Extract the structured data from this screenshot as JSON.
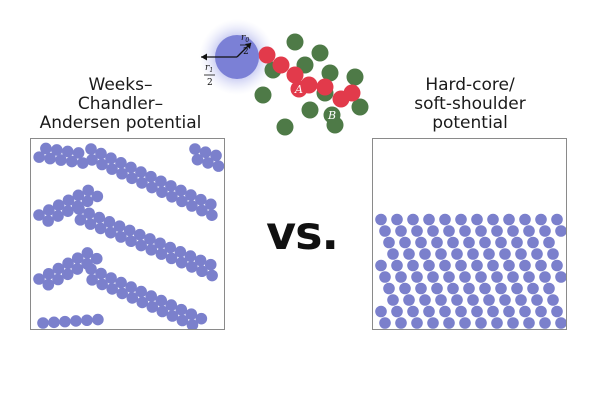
{
  "left_panel": {
    "title_lines": [
      "Weeks–",
      "Chandler–",
      "Andersen potential"
    ]
  },
  "right_panel": {
    "title_lines": [
      "Hard-core/",
      "soft-shoulder",
      "potential"
    ]
  },
  "center_text": "vs.",
  "model": {
    "r0_label": "r",
    "r0_sub": "0",
    "r1_label": "r",
    "r1_sub": "1",
    "denominator": "2",
    "particle_a_label": "A",
    "particle_b_label": "B"
  },
  "colors": {
    "particle": "#7b80cc",
    "particle_stroke": "#6a6fbd",
    "red_particle": "#e23a4b",
    "green_particle": "#4e7a47",
    "halo": "#c9ccf2",
    "panel_border": "#8a8a8a"
  }
}
